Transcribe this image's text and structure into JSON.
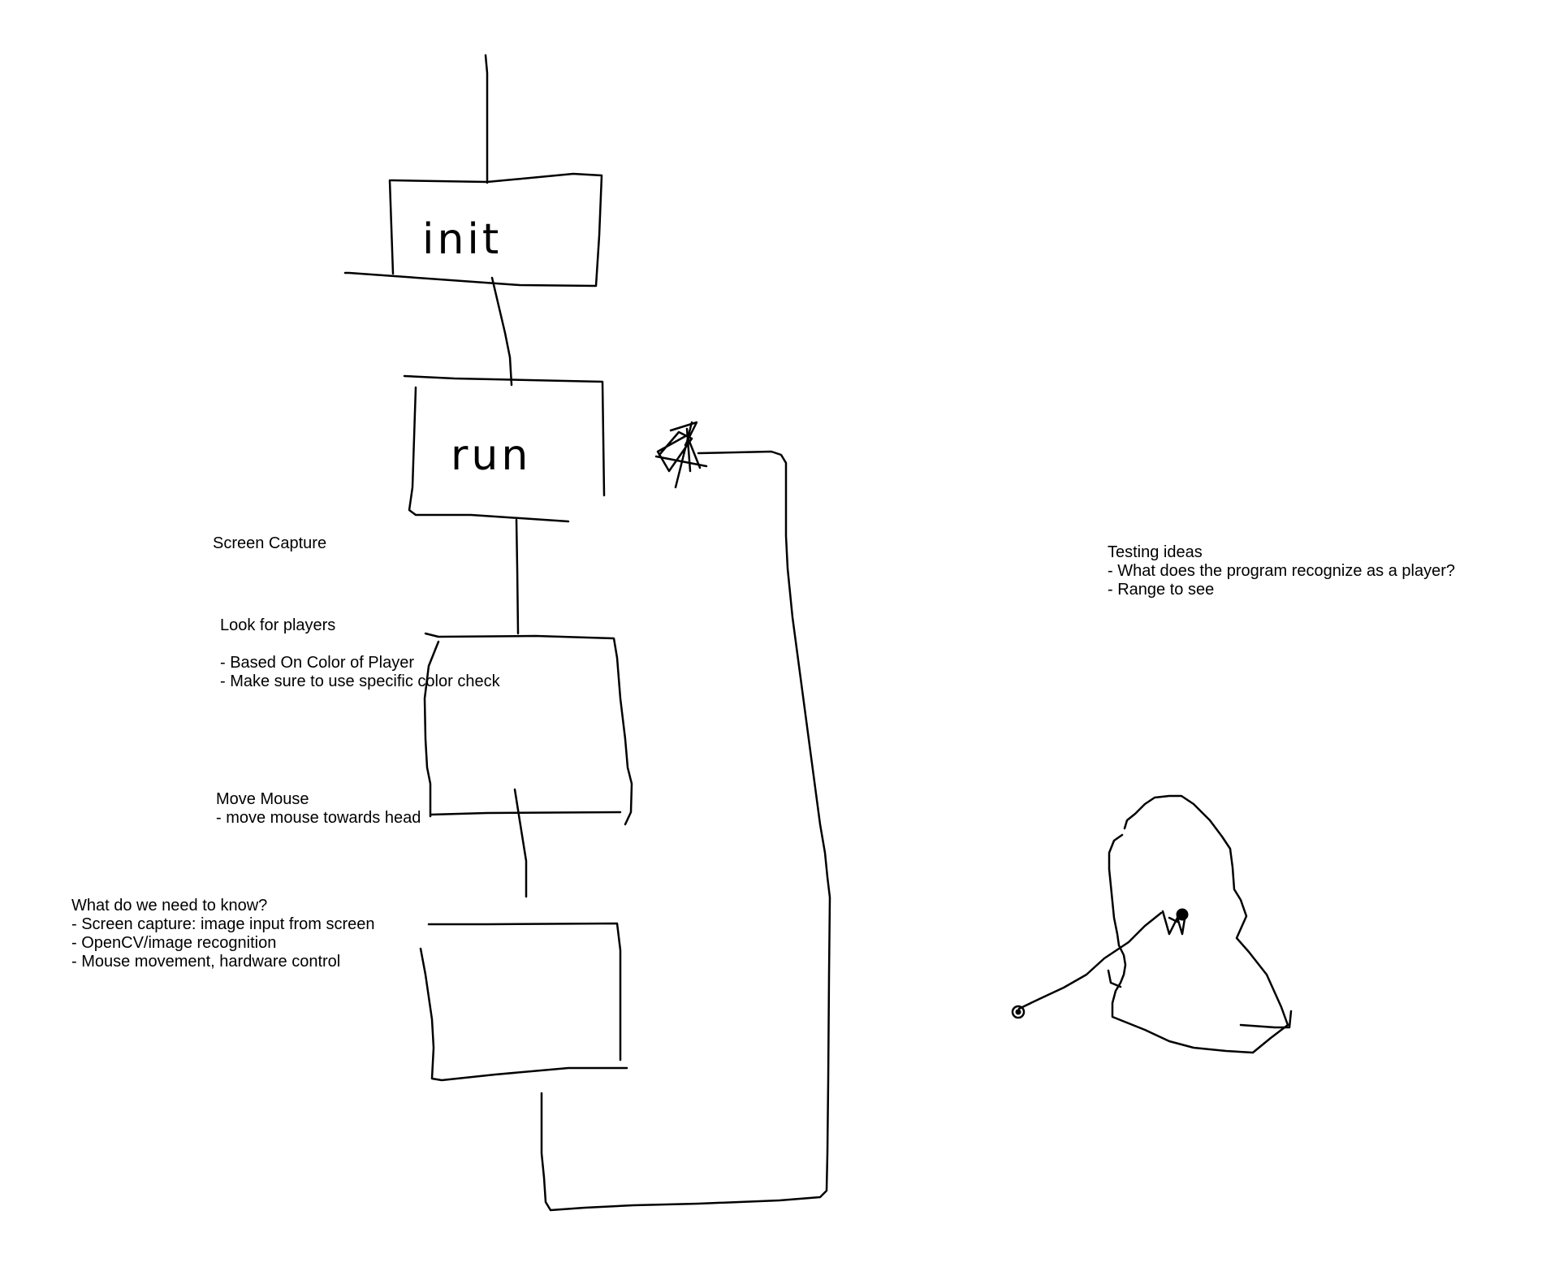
{
  "diagram": {
    "blocks": {
      "init_label": "init",
      "run_label": "run"
    }
  },
  "notes": {
    "screen_capture": "Screen Capture",
    "look_for_players": {
      "title": "Look for players",
      "items": [
        "- Based On Color of Player",
        "- Make sure to use specific color check"
      ]
    },
    "move_mouse": {
      "title": "Move Mouse",
      "items": [
        "- move mouse towards head"
      ]
    },
    "need_to_know": {
      "title": "What do we need to know?",
      "items": [
        "- Screen capture: image input from screen",
        "- OpenCV/image recognition",
        "- Mouse movement, hardware control"
      ]
    },
    "testing_ideas": {
      "title": "Testing ideas",
      "items": [
        "- What does the program recognize as a player?",
        "- Range to see"
      ]
    }
  },
  "colors": {
    "ink": "#000000",
    "background": "#ffffff"
  }
}
